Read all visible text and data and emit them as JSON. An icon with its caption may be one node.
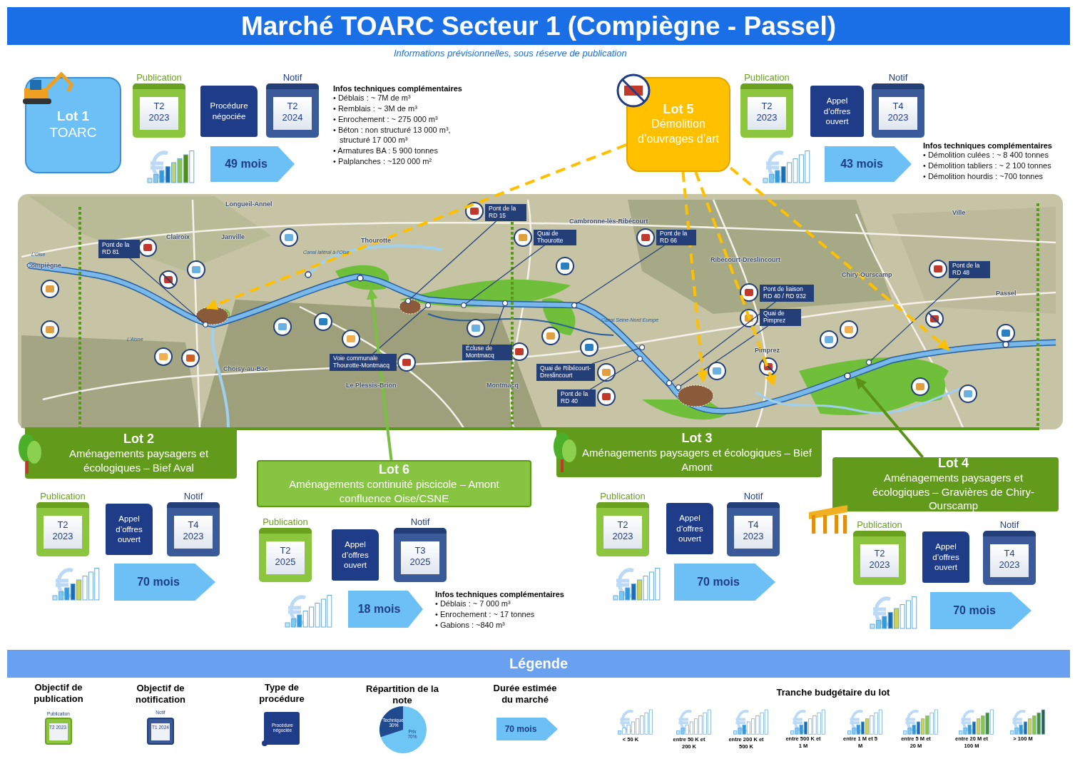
{
  "diagram": {
    "title": "Marché TOARC Secteur 1 (Compiègne - Passel)",
    "nodes": [
      {
        "text": [
          "Lot 1",
          "TOARC"
        ]
      },
      {
        "text": [
          "Publication",
          "T2 2023"
        ]
      },
      {
        "text": [
          "Procédure négociée"
        ]
      },
      {
        "text": [
          "Notif",
          "T2 2024"
        ]
      },
      {
        "text": [
          "49 mois"
        ]
      },
      {
        "text": [
          "Lot 5",
          "Démolition d’ouvrages d’art"
        ]
      },
      {
        "text": [
          "Publication",
          "T2 2023"
        ]
      },
      {
        "text": [
          "Appel d’offres ouvert"
        ]
      },
      {
        "text": [
          "Notif",
          "T4 2023"
        ]
      },
      {
        "text": [
          "43 mois"
        ]
      },
      {
        "text": [
          "Lot 2",
          "Aménagements paysagers et écologiques – Bief Aval"
        ]
      },
      {
        "text": [
          "Publication",
          "T2 2023"
        ]
      },
      {
        "text": [
          "Appel d’offres ouvert"
        ]
      },
      {
        "text": [
          "Notif",
          "T4 2023"
        ]
      },
      {
        "text": [
          "70 mois"
        ]
      },
      {
        "text": [
          "Lot 6",
          "Aménagements continuité piscicole – Amont confluence Oise/CSNE"
        ]
      },
      {
        "text": [
          "Publication",
          "T2 2025"
        ]
      },
      {
        "text": [
          "Appel d’offres ouvert"
        ]
      },
      {
        "text": [
          "Notif",
          "T3 2025"
        ]
      },
      {
        "text": [
          "18 mois"
        ]
      },
      {
        "text": [
          "Lot 3",
          "Aménagements paysagers et écologiques – Bief Amont"
        ]
      },
      {
        "text": [
          "Publication",
          "T2 2023"
        ]
      },
      {
        "text": [
          "Appel d’offres ouvert"
        ]
      },
      {
        "text": [
          "Notif",
          "T4 2023"
        ]
      },
      {
        "text": [
          "70 mois"
        ]
      },
      {
        "text": [
          "Lot 4",
          "Aménagements paysagers et écologiques – Gravières de Chiry-Ourscamp"
        ]
      },
      {
        "text": [
          "Publication",
          "T2 2023"
        ]
      },
      {
        "text": [
          "Appel d’offres ouvert"
        ]
      },
      {
        "text": [
          "Notif",
          "T4 2023"
        ]
      },
      {
        "text": [
          "70 mois"
        ]
      },
      {
        "text": [
          "Pont de la RD 81"
        ]
      },
      {
        "text": [
          "Pont de la RD 15"
        ]
      },
      {
        "text": [
          "Quai de Thourotte"
        ]
      },
      {
        "text": [
          "Pont de la RD 66"
        ]
      },
      {
        "text": [
          "Pont de liaison RD 40 / RD 932"
        ]
      },
      {
        "text": [
          "Quai de Pimprez"
        ]
      },
      {
        "text": [
          "Pont de la RD 48"
        ]
      },
      {
        "text": [
          "Voie communale Thourotte-Montmacq"
        ]
      },
      {
        "text": [
          "Écluse de Montmacq"
        ]
      },
      {
        "text": [
          "Quai de Ribécourt-Dreslincourt"
        ]
      },
      {
        "text": [
          "Pont de la RD 40"
        ]
      }
    ],
    "edges": [
      {
        "from": 30,
        "to": null,
        "arrow": "other"
      },
      {
        "from": 31,
        "to": null,
        "arrow": "other"
      },
      {
        "from": 32,
        "to": null,
        "arrow": "other"
      },
      {
        "from": 33,
        "to": null,
        "arrow": "other"
      },
      {
        "from": 34,
        "to": null,
        "arrow": "other"
      },
      {
        "from": 35,
        "to": null,
        "arrow": "other"
      },
      {
        "from": 36,
        "to": null,
        "arrow": "other"
      },
      {
        "from": 37,
        "to": null,
        "arrow": "other"
      },
      {
        "from": 38,
        "to": null,
        "arrow": "other"
      },
      {
        "from": 39,
        "to": null,
        "arrow": "other"
      },
      {
        "from": 40,
        "to": null,
        "arrow": "other"
      },
      {
        "from": 5,
        "to": null,
        "arrow": "to",
        "style": "dashed",
        "color": "#ffc000"
      },
      {
        "from": 5,
        "to": null,
        "arrow": "to",
        "style": "dashed",
        "color": "#ffc000"
      },
      {
        "from": 5,
        "to": null,
        "arrow": "to",
        "style": "dashed",
        "color": "#ffc000"
      },
      {
        "from": 5,
        "to": null,
        "arrow": "to",
        "style": "dashed",
        "color": "#ffc000"
      },
      {
        "from": 15,
        "to": null,
        "arrow": "to",
        "style": "thick",
        "color": "#7ac143"
      },
      {
        "from": 25,
        "to": null,
        "arrow": "to",
        "style": "thick",
        "color": "#5a9216"
      }
    ],
    "labels": [
      "Informations prévisionnelles, sous réserve de publication",
      "Infos techniques complémentaires",
      "• Déblais : ~ 7M de m³",
      "• Remblais : ~ 3M de m³",
      "• Enrochement : ~ 275 000 m³",
      "• Béton : non structuré 13 000 m³, structuré 17 000 m³",
      "• Armatures BA : 5 900 tonnes",
      "• Palplanches : ~120 000 m²",
      "Infos techniques complémentaires",
      "• Démolition culées : ~ 8 400 tonnes",
      "• Démolition tabliers : ~ 2 100 tonnes",
      "• Démolition hourdis : ~700 tonnes",
      "Infos techniques complémentaires",
      "• Déblais : ~ 7 000 m³",
      "• Enrochement : ~ 17 tonnes",
      "• Gabions : ~840 m³",
      "Longueil-Annel",
      "Clairoix",
      "Janville",
      "Compiègne",
      "L’Oise",
      "Canal latéral à l’Oise",
      "Thourotte",
      "L’Aisne",
      "Choisy-au-Bac",
      "Le Plessis-Brion",
      "Montmacq",
      "Cambronne-lès-Ribécourt",
      "Ribécourt-Dreslincourt",
      "Canal Seine-Nord Europe",
      "Ville",
      "Chiry-Ourscamp",
      "Passel",
      "Pimprez",
      "Légende",
      "Publication",
      "T2 2023",
      "Notif",
      "T1 2024",
      "Procédure négociée",
      "Technique",
      "30%",
      "Prix",
      "70%",
      "70 mois",
      "Tranche budgétaire du lot"
    ],
    "legend": [
      {
        "text": "Objectif de publication"
      },
      {
        "text": "Objectif de notification"
      },
      {
        "text": "Type de procédure"
      },
      {
        "text": "Répartition de la note"
      },
      {
        "text": "Durée estimée du marché"
      },
      {
        "text": "< 50 K"
      },
      {
        "text": "entre 50 K et 200 K"
      },
      {
        "text": "entre 200 K et 500 K"
      },
      {
        "text": "entre 500 K et 1 M"
      },
      {
        "text": "entre 1 M et 5 M"
      },
      {
        "text": "entre 5 M et 20 M"
      },
      {
        "text": "entre 20 M et 100 M"
      },
      {
        "text": "> 100 M"
      }
    ]
  }
}
